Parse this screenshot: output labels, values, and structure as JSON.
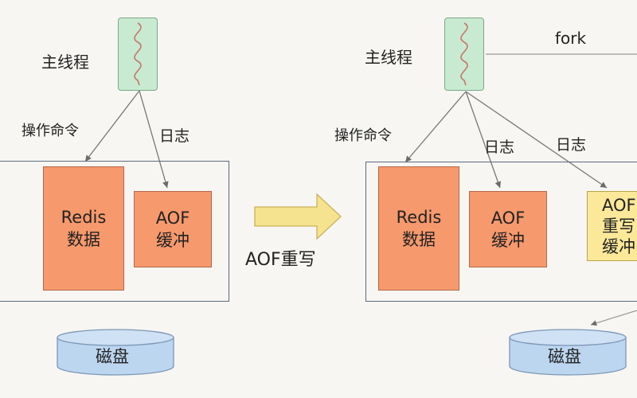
{
  "left": {
    "main_thread": "主线程",
    "op_label": "操作命令",
    "log_label": "日志",
    "redis": [
      "Redis",
      "数据"
    ],
    "aof_buffer": [
      "AOF",
      "缓冲"
    ],
    "disk": "磁盘"
  },
  "arrow_label": "AOF重写",
  "right": {
    "main_thread": "主线程",
    "fork": "fork",
    "op_label": "操作命令",
    "log_label_1": "日志",
    "log_label_2": "日志",
    "redis": [
      "Redis",
      "数据"
    ],
    "aof_buffer": [
      "AOF",
      "缓冲"
    ],
    "aof_rewrite_buffer": [
      "AOF",
      "重写",
      "缓冲"
    ],
    "disk": "磁盘"
  },
  "colors": {
    "thread": "#c8ead0",
    "redis": "#f6996c",
    "aof_buffer": "#f6996c",
    "aof_rewrite_buffer": "#fbe899",
    "disk": "#bcd6f0",
    "big_arrow": "#f6e38f"
  }
}
